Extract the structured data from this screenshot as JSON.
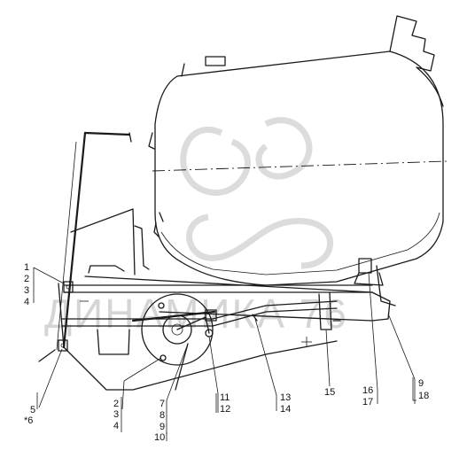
{
  "watermark": {
    "text": "ДИНАМИКА 76"
  },
  "callouts": {
    "c1": "1",
    "c2": "2",
    "c3": "3",
    "c4": "4",
    "c5": "5",
    "c6": "*6",
    "c2b": "2",
    "c3b": "3",
    "c4b": "4",
    "c7": "7",
    "c8": "8",
    "c9b": "9",
    "c10": "10",
    "c11": "11",
    "c12": "12",
    "c13": "13",
    "c14": "14",
    "c15": "15",
    "c16": "16",
    "c17": "17",
    "c9": "9",
    "c18": "18"
  }
}
